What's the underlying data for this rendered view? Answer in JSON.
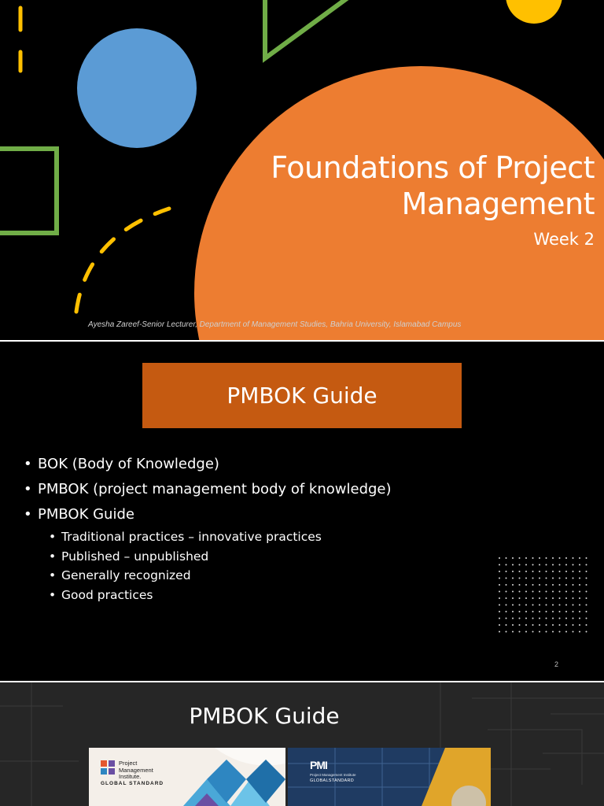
{
  "colors": {
    "slide_background": "#000000",
    "orange_circle": "#ed7d31",
    "blue_circle": "#5b9bd5",
    "yellow_accent": "#ffc000",
    "green_outline": "#70ad47",
    "title_box": "#c55a11",
    "slide3_background": "#262626"
  },
  "slide1": {
    "title": "Foundations of Project Management",
    "subtitle": "Week 2",
    "author": "Ayesha Zareef-Senior Lecturer, Department of Management Studies, Bahria University, Islamabad Campus"
  },
  "slide2": {
    "title": "PMBOK Guide",
    "bullets": [
      "BOK (Body of Knowledge)",
      "PMBOK (project management body of knowledge)",
      "PMBOK Guide"
    ],
    "sub_bullets": [
      "Traditional practices – innovative practices",
      "Published – unpublished",
      "Generally recognized",
      "Good practices"
    ],
    "page_number": "2"
  },
  "slide3": {
    "title": "PMBOK Guide",
    "book_left": {
      "org_name_line1": "Project",
      "org_name_line2": "Management",
      "org_name_line3": "Institute.",
      "standard": "GLOBAL STANDARD"
    },
    "book_right": {
      "logo": "PMI",
      "org_name": "Project Management Institute",
      "standard": "GLOBALSTANDARD"
    }
  }
}
